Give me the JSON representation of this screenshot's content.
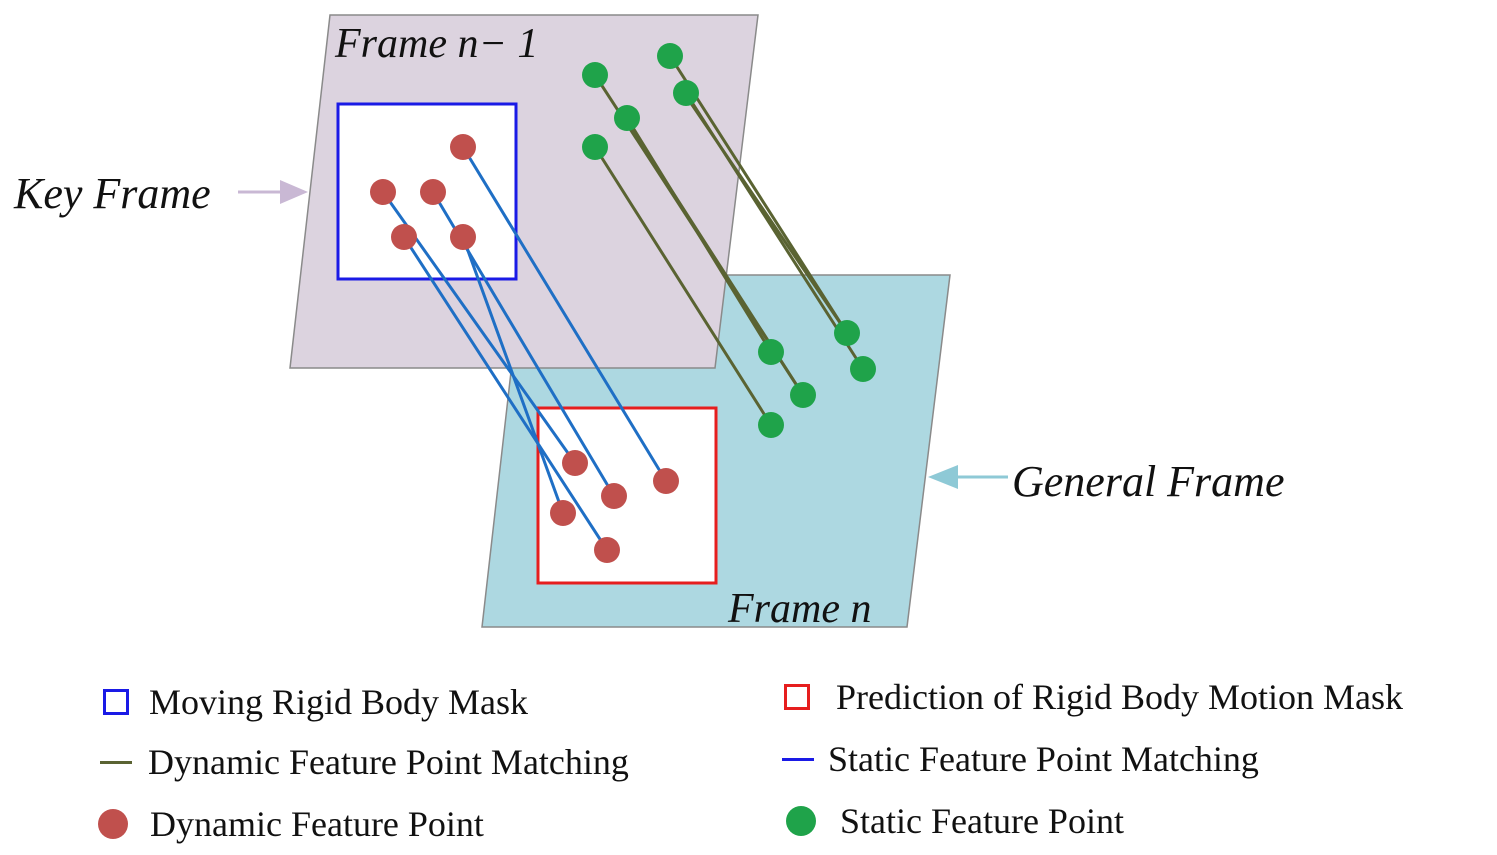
{
  "labels": {
    "frame_prev": "Frame n− 1",
    "frame_cur": "Frame n",
    "key_frame": "Key Frame",
    "general_frame": "General Frame"
  },
  "colors": {
    "frame_prev_fill": "#dcd3df",
    "frame_cur_fill": "#add8e1",
    "frame_stroke": "#8a8a8a",
    "mask_blue": "#1a1ae6",
    "mask_red": "#e61e1e",
    "dynamic_point": "#c0504d",
    "static_point": "#1fa34a",
    "line_blue": "#1f6fc5",
    "line_olive": "#5a6332",
    "arrow_key": "#c9b8d4",
    "arrow_general": "#8ec9d6"
  },
  "legend": [
    {
      "text": "Moving Rigid Body Mask",
      "swatch": "box",
      "color": "#1a1ae6"
    },
    {
      "text": "Prediction of Rigid Body Motion Mask",
      "swatch": "box",
      "color": "#e61e1e"
    },
    {
      "text": "Dynamic Feature Point Matching",
      "swatch": "line",
      "color": "#5a6332"
    },
    {
      "text": "Static Feature Point Matching",
      "swatch": "line",
      "color": "#1a1ae6"
    },
    {
      "text": "Dynamic Feature Point",
      "swatch": "dot",
      "color": "#c0504d"
    },
    {
      "text": "Static Feature Point",
      "swatch": "dot",
      "color": "#1fa34a"
    }
  ]
}
